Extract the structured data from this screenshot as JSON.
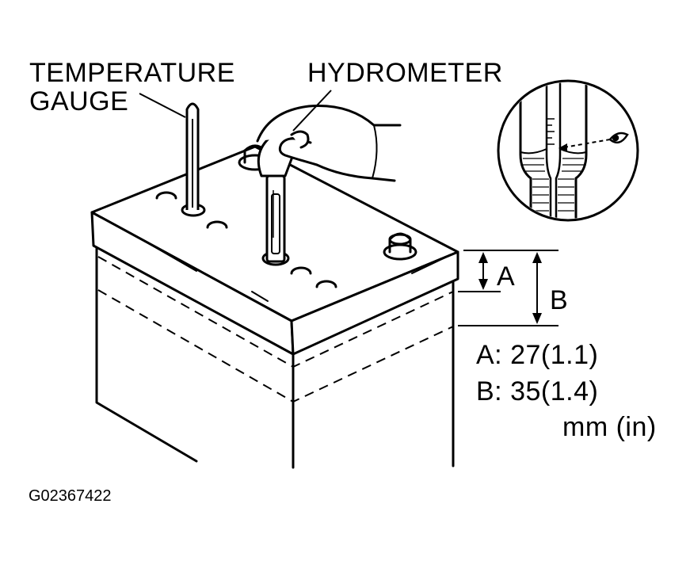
{
  "labels": {
    "temperature_gauge_line1": "TEMPERATURE",
    "temperature_gauge_line2": "GAUGE",
    "hydrometer": "HYDROMETER",
    "dim_a": "A",
    "dim_b": "B",
    "spec_a": "A:  27(1.1)",
    "spec_b": "B:  35(1.4)",
    "units": "mm (in)",
    "figure_code": "G02367422"
  },
  "colors": {
    "ink": "#000000",
    "paper": "#ffffff"
  }
}
